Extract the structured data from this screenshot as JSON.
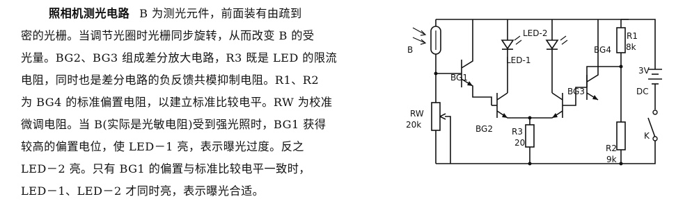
{
  "article": {
    "title": "照相机测光电路",
    "lines": [
      "B 为测光元件，前面装有由疏到",
      "密的光栅。当调节光圈时光栅同步旋转，从而改变 B 的受",
      "光量。BG2、BG3 组成差分放大电路，R3 既是 LED 的限流",
      "电阻，同时也是差分电路的负反馈共模抑制电阻。R1、R2",
      "为 BG4 的标准偏置电阻，以建立标准比较电平。RW 为校准",
      "微调电阻。当 B(实际是光敏电阻)受到强光照时，BG1 获得",
      "较高的偏置电位，使 LED－1 亮，表示曝光过度。反之",
      "LED－2 亮。只有 BG1 的偏置与标准比较电平一致时，",
      "LED－1、LED－2 才同时亮，表示曝光合适。"
    ]
  },
  "circuit": {
    "labels": {
      "b": "B",
      "bg1": "BG1",
      "bg2": "BG2",
      "bg3": "BG3",
      "bg4": "BG4",
      "led1": "LED-1",
      "led2": "LED-2",
      "r1": "R1",
      "r1_val": "8k",
      "r2": "R2",
      "r2_val": "9k",
      "r3": "R3",
      "r3_val": "20",
      "rw": "RW",
      "rw_val": "20k",
      "battery": "3V",
      "dc": "DC",
      "k": "K"
    }
  }
}
